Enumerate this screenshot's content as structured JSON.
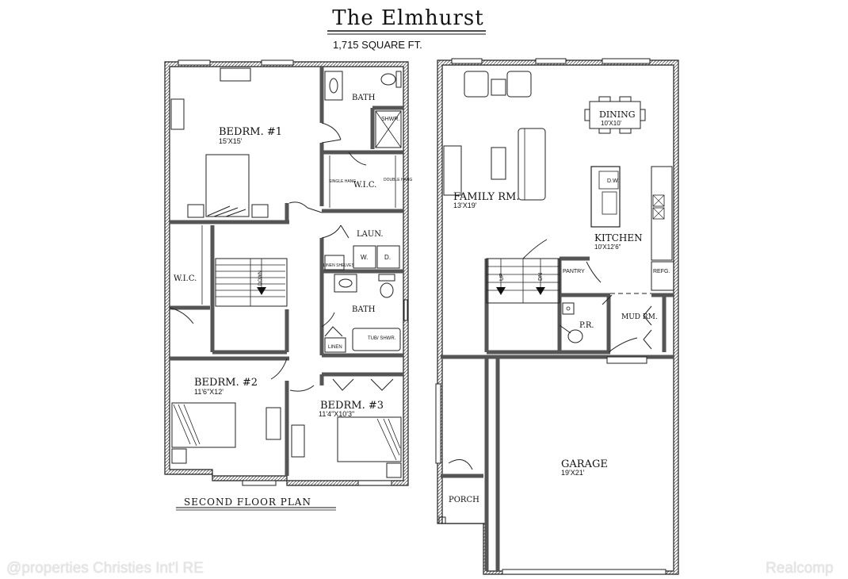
{
  "title": "The Elmhurst",
  "subtitle": "1,715 SQUARE FT.",
  "second_floor": {
    "caption": "SECOND FLOOR PLAN",
    "rooms": {
      "bedroom1": {
        "name": "BEDRM. #1",
        "dims": "15'X15'"
      },
      "bath_top": {
        "name": "BATH"
      },
      "shower": {
        "name": "SHWR."
      },
      "wic_top": {
        "name": "W.I.C."
      },
      "single_hang": {
        "name": "SINGLE HANG"
      },
      "double_hang": {
        "name": "DOUBLE HANG"
      },
      "wic_left": {
        "name": "W.I.C."
      },
      "laundry": {
        "name": "LAUN."
      },
      "washer": {
        "name": "W."
      },
      "dryer": {
        "name": "D."
      },
      "linen_shelves": {
        "name": "LINEN SHELVES"
      },
      "bath_mid": {
        "name": "BATH"
      },
      "linen": {
        "name": "LINEN"
      },
      "tub": {
        "name": "TUB/ SHWR."
      },
      "stair": {
        "name": "DOWN"
      },
      "bedroom2": {
        "name": "BEDRM. #2",
        "dims": "11'6\"X12'"
      },
      "bedroom3": {
        "name": "BEDRM. #3",
        "dims": "11'4\"X10'3\""
      }
    }
  },
  "first_floor": {
    "rooms": {
      "dining": {
        "name": "DINING",
        "dims": "10'X10'"
      },
      "family": {
        "name": "FAMILY RM.",
        "dims": "13'X19'"
      },
      "kitchen": {
        "name": "KITCHEN",
        "dims": "10'X12'6\""
      },
      "dishwasher": {
        "name": "D.W."
      },
      "pantry": {
        "name": "PANTRY"
      },
      "refrigerator": {
        "name": "REFG."
      },
      "stair_up": {
        "name": "UP"
      },
      "stair_down": {
        "name": "DN"
      },
      "powder": {
        "name": "P.R."
      },
      "mud": {
        "name": "MUD RM."
      },
      "garage": {
        "name": "GARAGE",
        "dims": "19'X21'"
      },
      "porch": {
        "name": "PORCH"
      }
    }
  },
  "watermark_left": "@properties Christies Int'l RE",
  "watermark_right": "Realcomp"
}
